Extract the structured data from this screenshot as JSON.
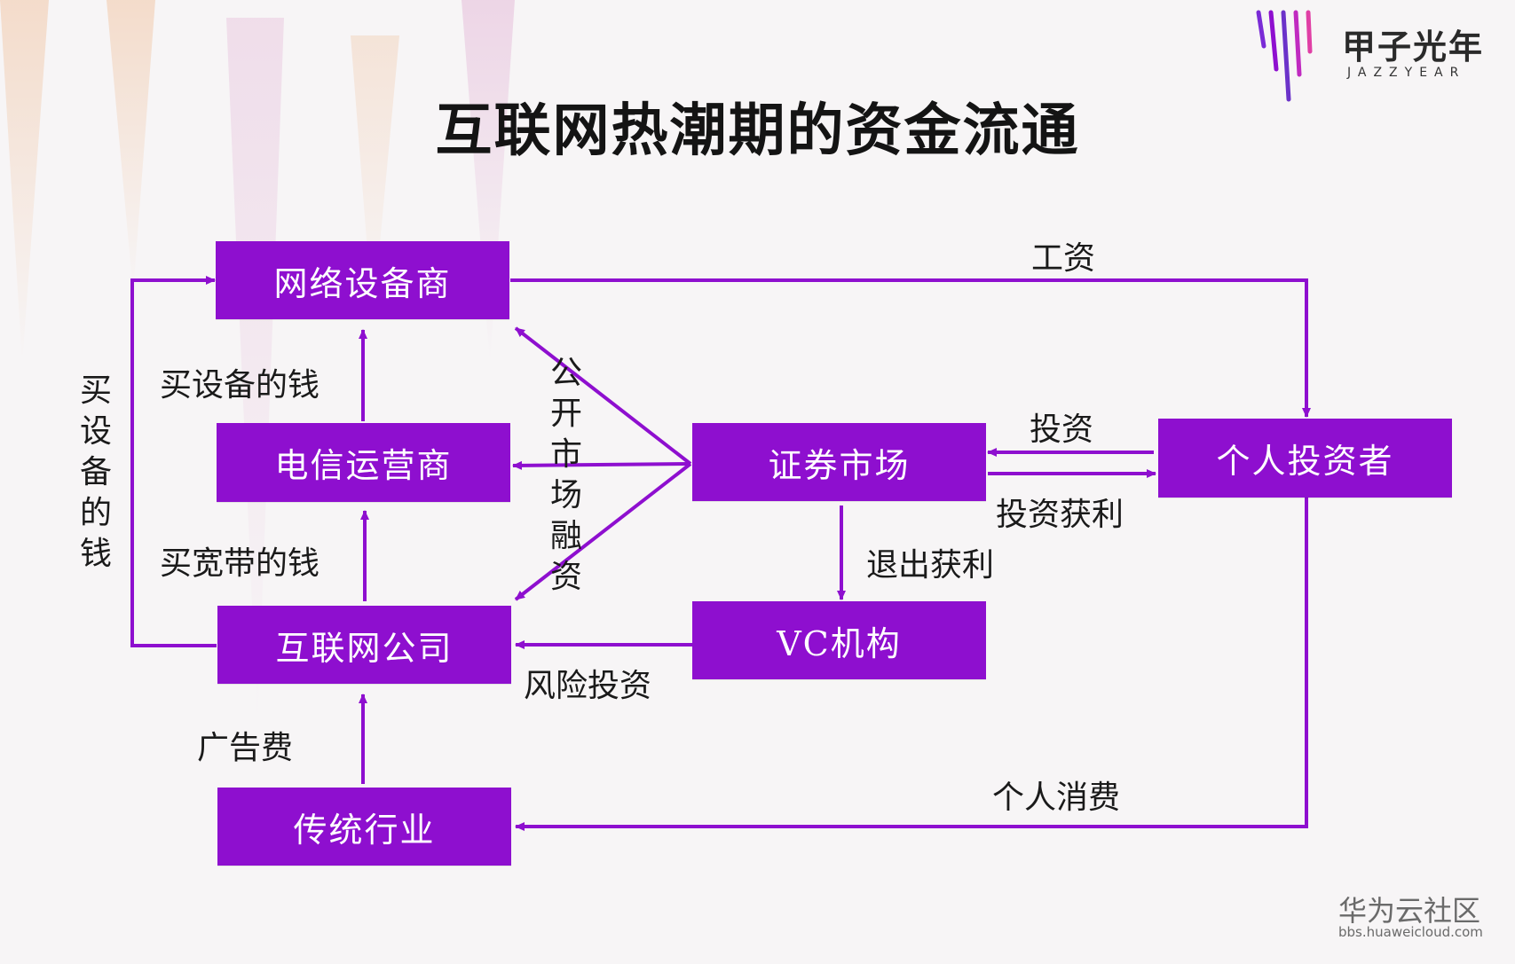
{
  "title": "互联网热潮期的资金流通",
  "logo": {
    "name_cn": "甲子光年",
    "name_en": "JAZZYEAR"
  },
  "watermark": {
    "name_cn": "华为云社区",
    "url": "bbs.huaweicloud.com"
  },
  "colors": {
    "box": "#8e0fcf",
    "arrow": "#8e0fcf",
    "text": "#1a1a1a",
    "background": "#f7f5f6"
  },
  "nodes": {
    "network_equipment": "网络设备商",
    "telecom_operator": "电信运营商",
    "internet_company": "互联网公司",
    "traditional_industry": "传统行业",
    "securities_market": "证券市场",
    "vc": "VC机构",
    "individual_investor": "个人投资者"
  },
  "edges": {
    "salary": "工资",
    "buy_equipment": "买设备的钱",
    "buy_equipment_vertical": "买设备的钱",
    "buy_broadband": "买宽带的钱",
    "advertising": "广告费",
    "ipo_financing": "公开市场融资",
    "invest": "投资",
    "investment_profit": "投资获利",
    "exit_profit": "退出获利",
    "venture_investment": "风险投资",
    "personal_consumption": "个人消费"
  }
}
